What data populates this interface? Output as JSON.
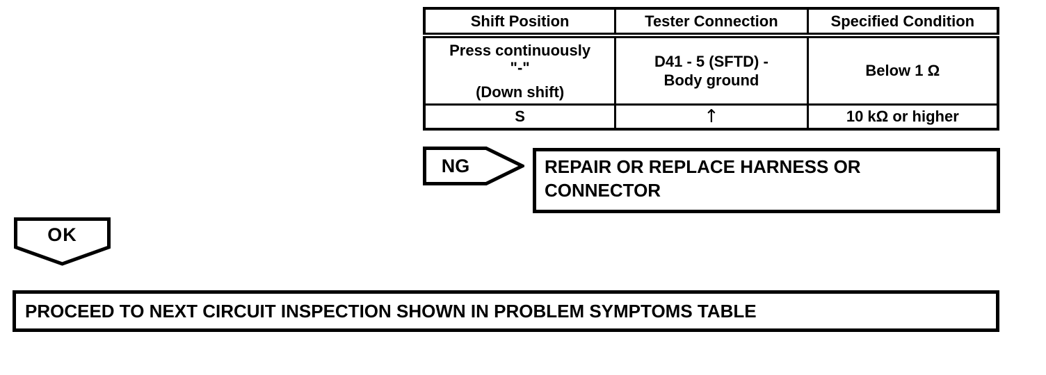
{
  "canvas": {
    "background": "#ffffff",
    "line_color": "#000000"
  },
  "inspection_table": {
    "headers": [
      "Shift Position",
      "Tester Connection",
      "Specified Condition"
    ],
    "row1": {
      "shift_position_lines": [
        "Press continuously",
        "\"-\"",
        "(Down shift)"
      ],
      "tester_connection_lines": [
        "D41 - 5 (SFTD) -",
        "Body ground"
      ],
      "specified_condition": "Below 1 Ω"
    },
    "row2": {
      "shift_position": "S",
      "tester_connection": "↑",
      "specified_condition": "10 kΩ or higher"
    }
  },
  "ng_branch": {
    "flag_label": "NG",
    "action_text": "REPAIR OR REPLACE HARNESS OR CONNECTOR"
  },
  "ok_branch": {
    "flag_label": "OK",
    "action_text": "PROCEED TO NEXT CIRCUIT INSPECTION SHOWN IN PROBLEM SYMPTOMS TABLE"
  }
}
